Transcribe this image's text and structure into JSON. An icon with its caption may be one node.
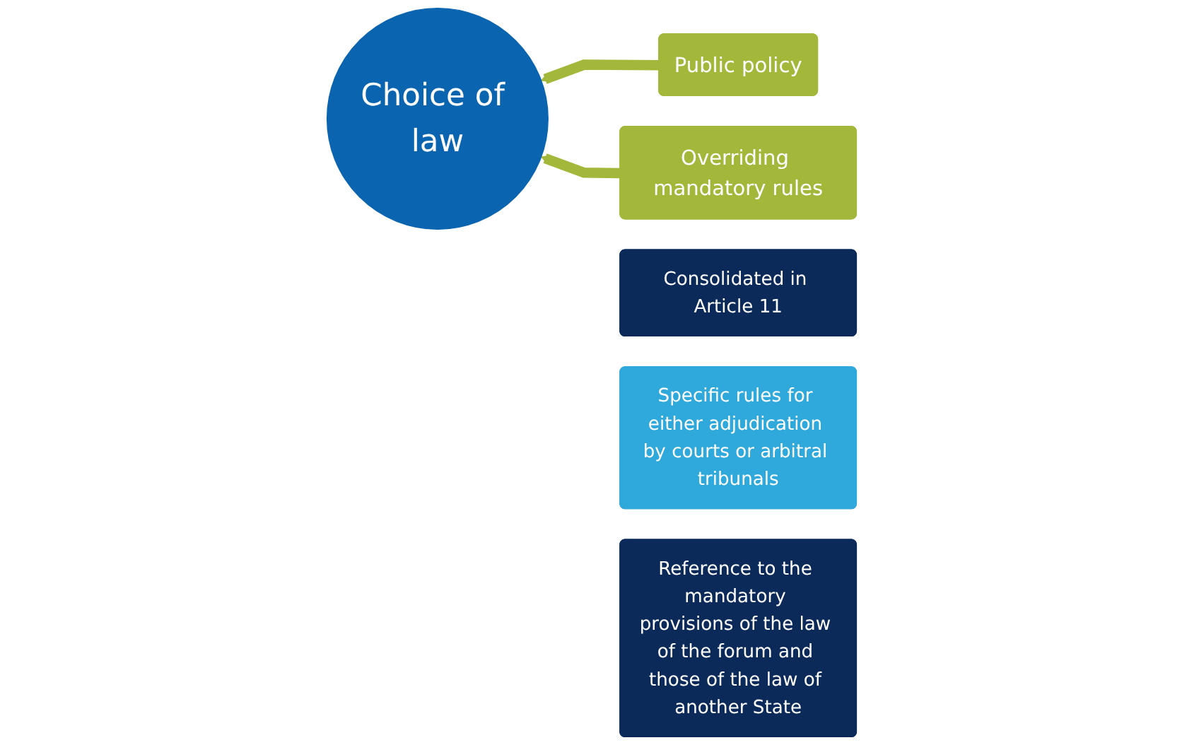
{
  "diagram": {
    "nodes": [
      {
        "text": [
          "Choice of law"
        ]
      },
      {
        "text": [
          "Public policy"
        ]
      },
      {
        "text": [
          "Overriding mandatory rules"
        ]
      },
      {
        "text": [
          "Consolidated in Article 11"
        ]
      },
      {
        "text": [
          "Specific rules for either adjudication by courts or arbitral tribunals"
        ]
      },
      {
        "text": [
          "Reference to the mandatory provisions of the law of the forum and those of the law of another State"
        ]
      }
    ],
    "edges": [
      {
        "from": 1,
        "to": 0,
        "arrow": "to"
      },
      {
        "from": 2,
        "to": 0,
        "arrow": "to"
      }
    ]
  }
}
